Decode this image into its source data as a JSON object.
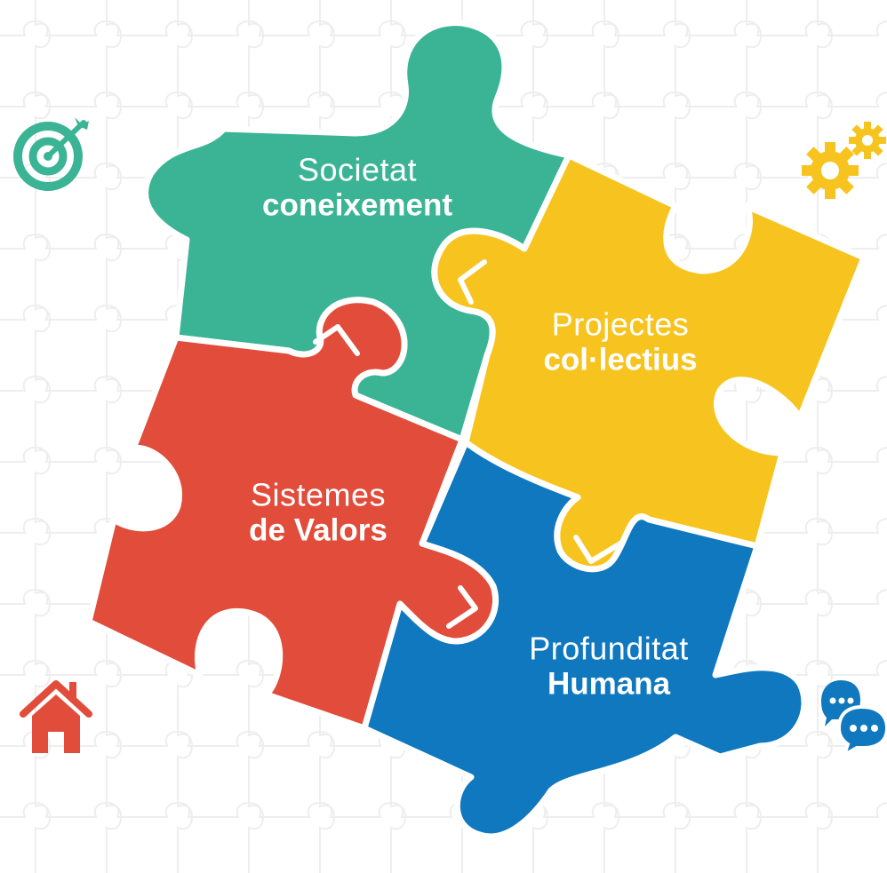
{
  "pieces": {
    "green": {
      "line1": "Societat",
      "line2": "coneixement",
      "color": "#3BB496"
    },
    "yellow": {
      "line1": "Projectes",
      "line2": "col·lectius",
      "color": "#F7C41F"
    },
    "red": {
      "line1": "Sistemes",
      "line2": "de Valors",
      "color": "#E14C3B"
    },
    "blue": {
      "line1": "Profunditat",
      "line2": "Humana",
      "color": "#0F78BE"
    }
  },
  "icons": {
    "target": {
      "name": "target-icon",
      "color": "#3BB496"
    },
    "gears": {
      "name": "gears-icon",
      "color": "#F7C41F"
    },
    "house": {
      "name": "house-icon",
      "color": "#E14C3B"
    },
    "chat": {
      "name": "chat-bubbles-icon",
      "color": "#0F78BE"
    }
  },
  "background_pattern_color": "#EDEDED"
}
